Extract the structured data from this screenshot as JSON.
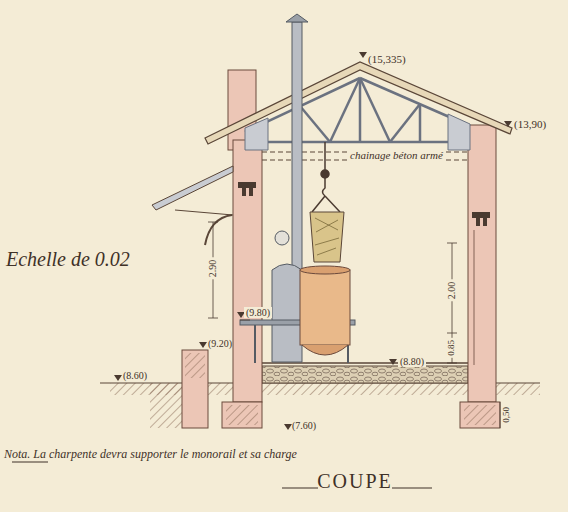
{
  "diagram": {
    "title": "COUPE",
    "labels": [
      "(15,335)",
      "(13,90)",
      "chainage béton armé",
      "Echelle de 0.02",
      "2.90",
      "(9.80)",
      "(9.20)",
      "(8.60)",
      "(8.80)",
      "2.00",
      "0.85",
      "(7.60)",
      "0,50",
      "Nota. La charpente devra supporter le monorail et sa charge"
    ]
  }
}
